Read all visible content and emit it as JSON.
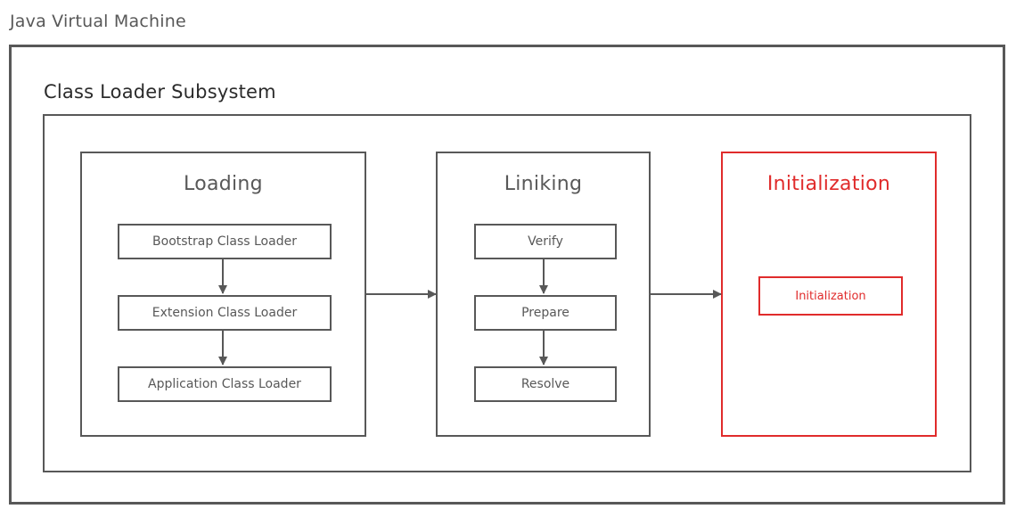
{
  "diagram": {
    "title": "Java Virtual Machine",
    "subsystem_title": "Class Loader Subsystem",
    "colors": {
      "outline": "#585858",
      "accent": "#e02b2b",
      "background": "#ffffff",
      "title_text": "#2b2b2b"
    },
    "stages": [
      {
        "id": "loading",
        "label": "Loading",
        "accent": false,
        "steps": [
          {
            "label": "Bootstrap Class Loader"
          },
          {
            "label": "Extension Class Loader"
          },
          {
            "label": "Application Class Loader"
          }
        ]
      },
      {
        "id": "linking",
        "label": "Liniking",
        "accent": false,
        "steps": [
          {
            "label": "Verify"
          },
          {
            "label": "Prepare"
          },
          {
            "label": "Resolve"
          }
        ]
      },
      {
        "id": "initialization",
        "label": "Initialization",
        "accent": true,
        "steps": [
          {
            "label": "Initialization"
          }
        ]
      }
    ],
    "flow": {
      "vertical_arrows": [
        {
          "from": "Bootstrap Class Loader",
          "to": "Extension Class Loader"
        },
        {
          "from": "Extension Class Loader",
          "to": "Application Class Loader"
        },
        {
          "from": "Verify",
          "to": "Prepare"
        },
        {
          "from": "Prepare",
          "to": "Resolve"
        }
      ],
      "horizontal_arrows": [
        {
          "from": "Loading",
          "to": "Liniking"
        },
        {
          "from": "Liniking",
          "to": "Initialization"
        }
      ]
    }
  }
}
